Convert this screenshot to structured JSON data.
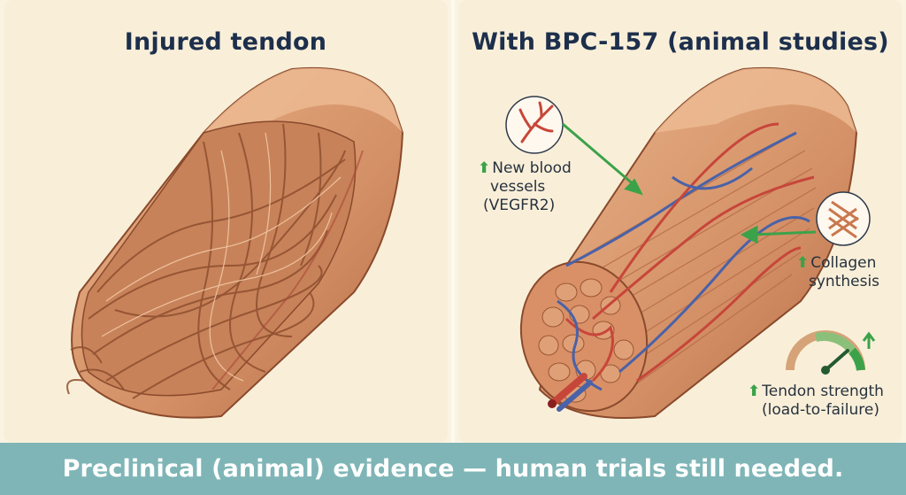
{
  "left_panel": {
    "title": "Injured tendon"
  },
  "right_panel": {
    "title": "With BPC-157 (animal studies)",
    "callouts": {
      "vessels": {
        "arrow": "⬆",
        "line1": "New blood",
        "line2": "vessels",
        "line3": "(VEGFR2)"
      },
      "collagen": {
        "arrow": "⬆",
        "line1": "Collagen",
        "line2": "synthesis"
      },
      "strength": {
        "arrow": "⬆",
        "line1": "Tendon strength",
        "line2": "(load-to-failure)"
      }
    }
  },
  "footer": {
    "text": "Preclinical (animal) evidence — human trials still needed."
  },
  "colors": {
    "background": "#f9efd9",
    "tendon": "#d99a6c",
    "vessel_red": "#c7463a",
    "vessel_blue": "#4a62a8",
    "arrow_green": "#3ca24a",
    "footer": "#7fb5b6",
    "title": "#1d2f4c"
  },
  "icons": [
    "blood-vessel-icon",
    "collagen-weave-icon",
    "strength-gauge-icon"
  ]
}
